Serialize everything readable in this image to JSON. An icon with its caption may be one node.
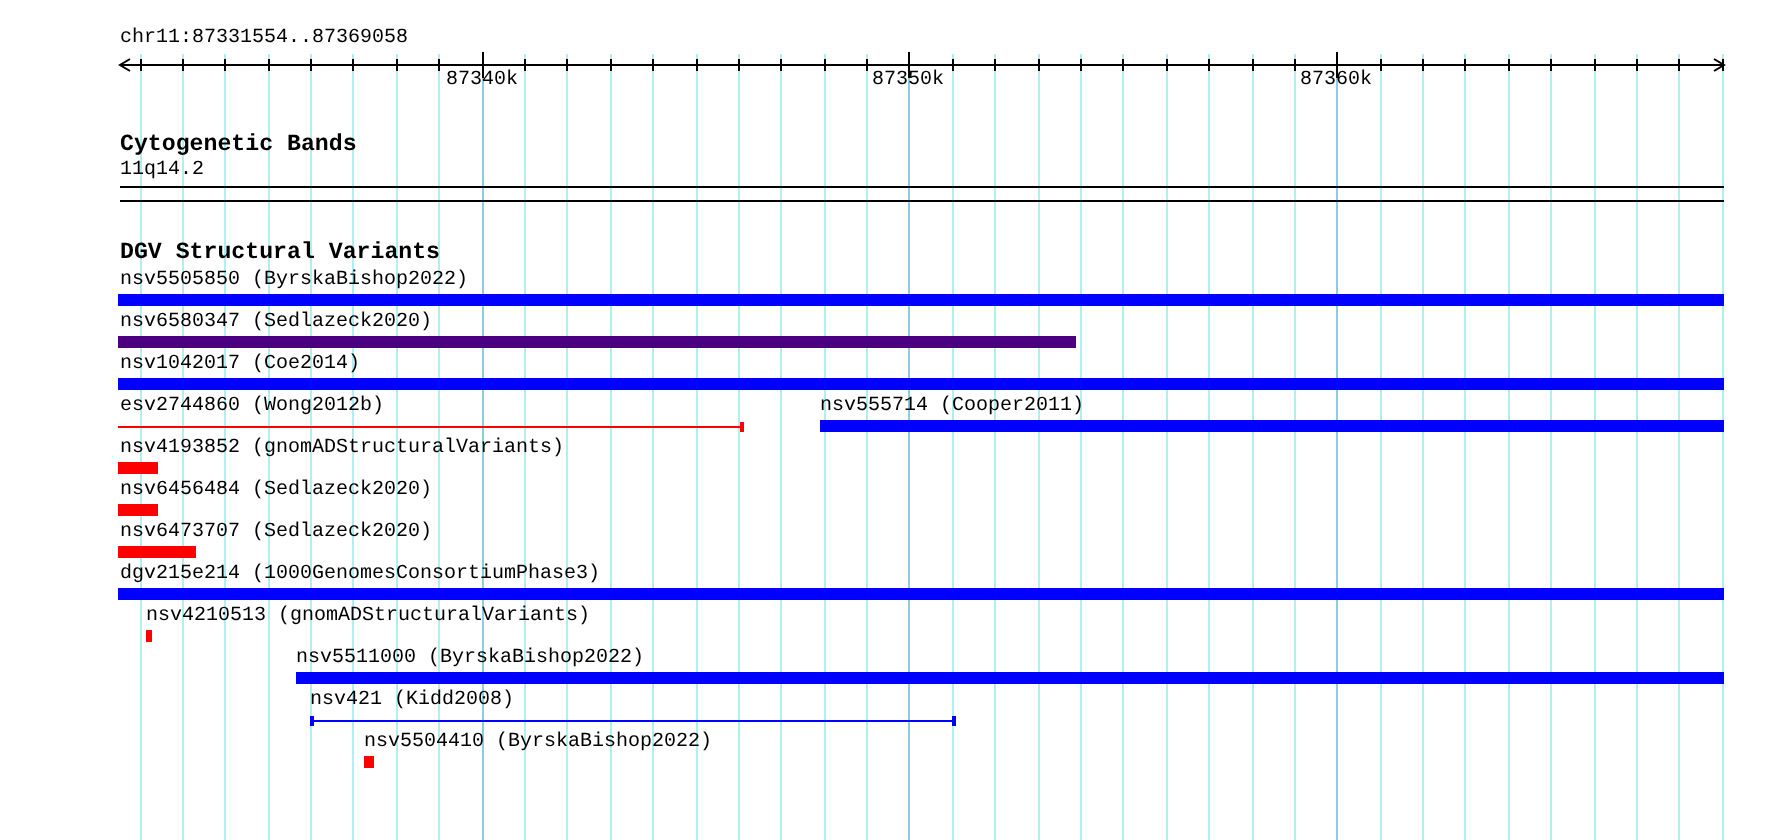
{
  "diagram": {
    "nodes": [
      {
        "text": [
          "nsv5505850 (ByrskaBishop2022)"
        ]
      },
      {
        "text": [
          "nsv6580347 (Sedlazeck2020)"
        ]
      },
      {
        "text": [
          "nsv1042017 (Coe2014)"
        ]
      },
      {
        "text": [
          "esv2744860 (Wong2012b)"
        ]
      },
      {
        "text": [
          "nsv555714 (Cooper2011)"
        ]
      },
      {
        "text": [
          "nsv4193852 (gnomADStructuralVariants)"
        ]
      },
      {
        "text": [
          "nsv6456484 (Sedlazeck2020)"
        ]
      },
      {
        "text": [
          "nsv6473707 (Sedlazeck2020)"
        ]
      },
      {
        "text": [
          "dgv215e214 (1000GenomesConsortiumPhase3)"
        ]
      },
      {
        "text": [
          "nsv4210513 (gnomADStructuralVariants)"
        ]
      },
      {
        "text": [
          "nsv5511000 (ByrskaBishop2022)"
        ]
      },
      {
        "text": [
          "nsv421 (Kidd2008)"
        ]
      },
      {
        "text": [
          "nsv5504410 (ByrskaBishop2022)"
        ]
      }
    ],
    "labels": [
      "chr11:87331554..87369058",
      "87340k",
      "87350k",
      "87360k",
      "Cytogenetic Bands",
      "11q14.2",
      "DGV Structural Variants"
    ]
  }
}
